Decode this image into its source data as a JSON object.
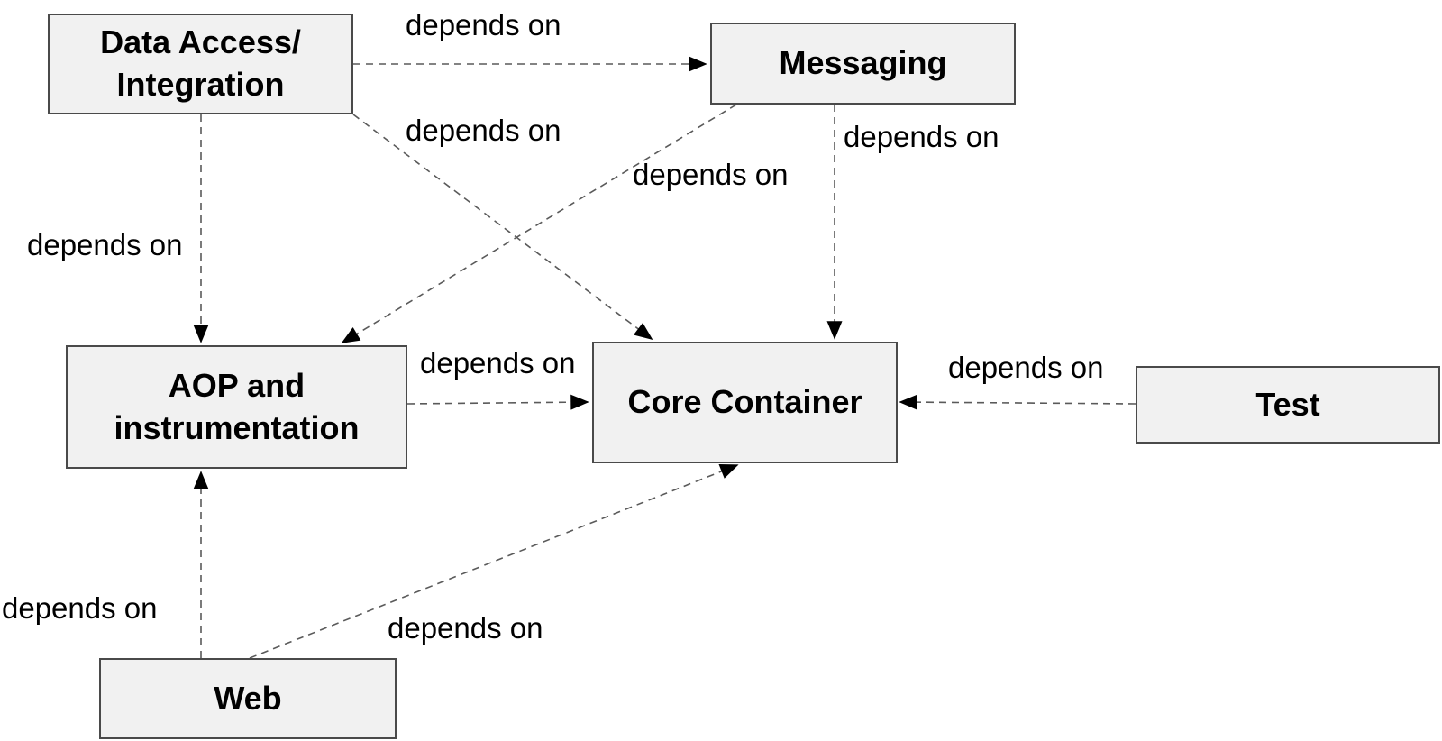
{
  "diagram": {
    "type": "dependency-diagram",
    "background_color": "#ffffff",
    "colors": {
      "node_fill": "#f1f1f1",
      "node_border": "#4a4a4a",
      "edge_line": "#5a5a5a",
      "arrowhead": "#000000",
      "text": "#000000"
    },
    "nodes": [
      {
        "id": "data-access-integration",
        "label": "Data Access/\nIntegration"
      },
      {
        "id": "messaging",
        "label": "Messaging"
      },
      {
        "id": "aop-and-instrumentation",
        "label": "AOP and\ninstrumentation"
      },
      {
        "id": "core-container",
        "label": "Core Container"
      },
      {
        "id": "test",
        "label": "Test"
      },
      {
        "id": "web",
        "label": "Web"
      }
    ],
    "edges": [
      {
        "from": "data-access-integration",
        "to": "messaging",
        "label": "depends on"
      },
      {
        "from": "data-access-integration",
        "to": "aop-and-instrumentation",
        "label": "depends on"
      },
      {
        "from": "data-access-integration",
        "to": "core-container",
        "label": "depends on"
      },
      {
        "from": "messaging",
        "to": "aop-and-instrumentation",
        "label": "depends on"
      },
      {
        "from": "messaging",
        "to": "core-container",
        "label": "depends on"
      },
      {
        "from": "aop-and-instrumentation",
        "to": "core-container",
        "label": "depends on"
      },
      {
        "from": "test",
        "to": "core-container",
        "label": "depends on"
      },
      {
        "from": "web",
        "to": "aop-and-instrumentation",
        "label": "depends on"
      },
      {
        "from": "web",
        "to": "core-container",
        "label": "depends on"
      }
    ]
  }
}
